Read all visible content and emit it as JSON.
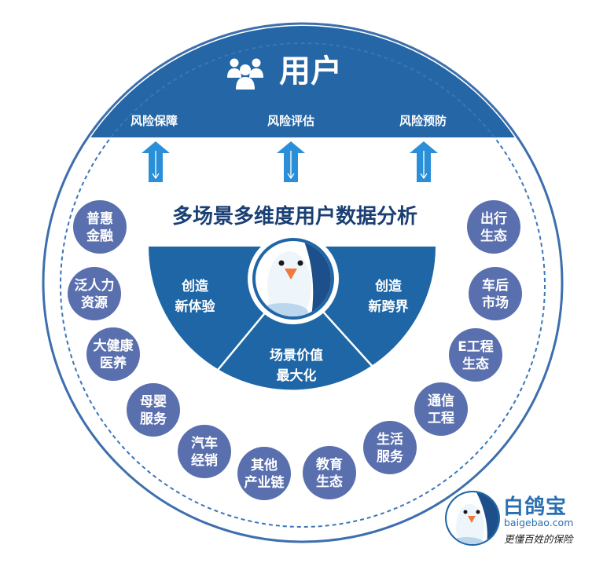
{
  "header": {
    "title": "用户",
    "subs": [
      "风险保障",
      "风险评估",
      "风险预防"
    ]
  },
  "center": {
    "headline": "多场景多维度用户数据分析",
    "fan": {
      "left": [
        "创造",
        "新体验"
      ],
      "right": [
        "创造",
        "新跨界"
      ],
      "bottom": [
        "场景价值",
        "最大化"
      ]
    }
  },
  "bubbles": [
    [
      "普惠",
      "金融"
    ],
    [
      "泛人力",
      "资源"
    ],
    [
      "大健康",
      "医养"
    ],
    [
      "母婴",
      "服务"
    ],
    [
      "汽车",
      "经销"
    ],
    [
      "其他",
      "产业链"
    ],
    [
      "教育",
      "生态"
    ],
    [
      "生活",
      "服务"
    ],
    [
      "通信",
      "工程"
    ],
    [
      "E工程",
      "生态"
    ],
    [
      "车后",
      "市场"
    ],
    [
      "出行",
      "生态"
    ]
  ],
  "logo": {
    "name": "白鸽宝",
    "url": "baigebao.com",
    "slogan": "更懂百姓的保险"
  },
  "colors": {
    "header_bg": "#2466a6",
    "fan": "#1f66a7",
    "bubble": "#5a6fae",
    "arrow": "#2a8fd8",
    "ring_dash": "#3a76b8"
  },
  "icons": [
    "users-icon",
    "arrow-down-icon",
    "pigeon-mascot-icon"
  ]
}
